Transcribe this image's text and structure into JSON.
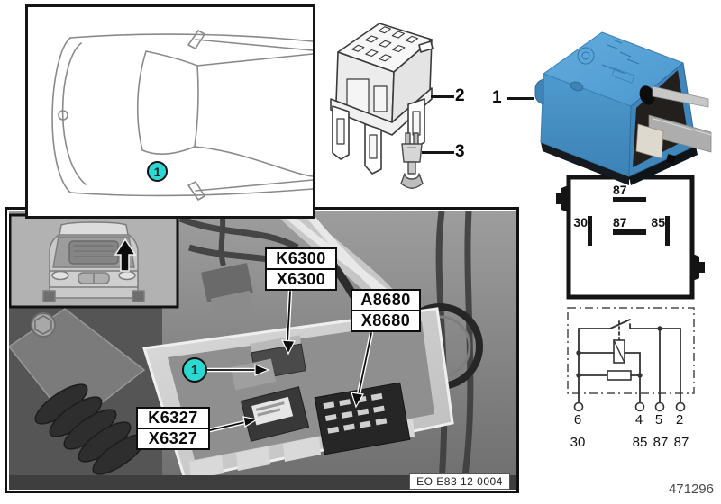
{
  "page": {
    "part_number": "471296"
  },
  "callouts": {
    "item1": "1",
    "item2": "2",
    "item3": "3"
  },
  "photo": {
    "marker": "1",
    "labels": {
      "k6300_top": "K6300",
      "k6300_bottom": "X6300",
      "a8680_top": "A8680",
      "a8680_bottom": "X8680",
      "k6327_top": "K6327",
      "k6327_bottom": "X6327"
    },
    "stamp": "EO E83 12 0004"
  },
  "pin_diagram": {
    "pin_top": "87",
    "pin_left": "30",
    "pin_center": "87",
    "pin_right": "85"
  },
  "schematic": {
    "terminals": [
      "6",
      "4",
      "5",
      "2"
    ],
    "pin_names": [
      "30",
      "85",
      "87",
      "87"
    ]
  },
  "colors": {
    "callout_cyan": "#2bd8d2",
    "relay_blue": "#4f9fd4"
  }
}
